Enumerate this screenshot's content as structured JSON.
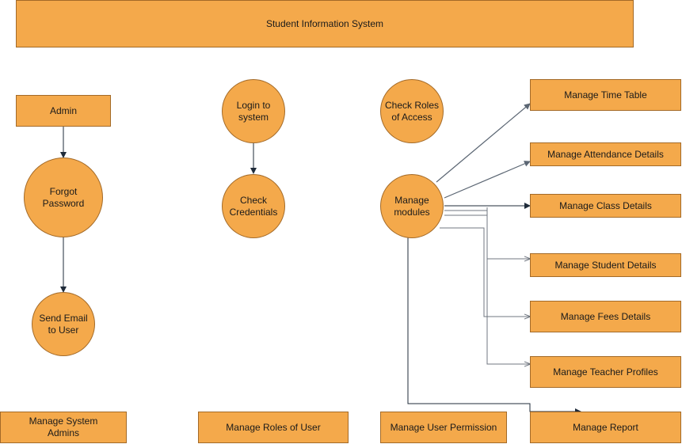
{
  "diagram": {
    "title": "Student Information System",
    "colors": {
      "fill": "#f4a94b",
      "stroke": "#a36a28",
      "edge_dark": "#1f2b3a",
      "edge_gray": "#707780"
    },
    "nodes": {
      "admin": "Admin",
      "forgot_password": "Forgot\nPassword",
      "send_email": "Send Email\nto User",
      "login": "Login to\nsystem",
      "check_credentials": "Check\nCredentials",
      "check_roles": "Check Roles\nof Access",
      "manage_modules": "Manage\nmodules",
      "time_table": "Manage Time Table",
      "attendance": "Manage Attendance Details",
      "class_details": "Manage Class Details",
      "student_details": "Manage Student Details",
      "fees_details": "Manage Fees Details",
      "teacher_profiles": "Manage Teacher Profiles",
      "report": "Manage Report",
      "system_admins": "Manage System\nAdmins",
      "roles_of_user": "Manage Roles of User",
      "user_permission": "Manage User Permission"
    }
  }
}
